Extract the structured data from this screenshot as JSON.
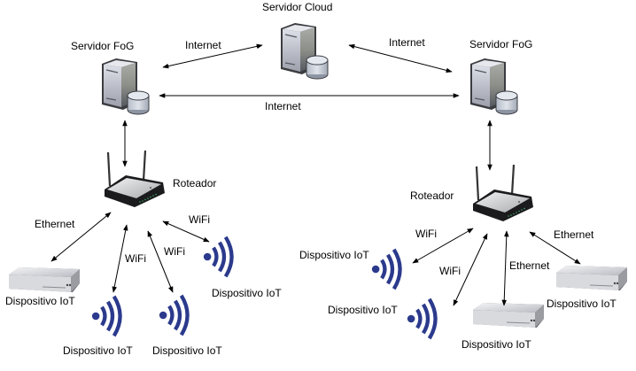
{
  "diagram": {
    "nodes": {
      "cloud_server": {
        "label": "Servidor Cloud",
        "icon": "server-database-icon"
      },
      "fog_left": {
        "label": "Servidor FoG",
        "icon": "server-database-icon"
      },
      "fog_right": {
        "label": "Servidor FoG",
        "icon": "server-database-icon"
      },
      "router_left": {
        "label": "Roteador",
        "icon": "wireless-router-icon"
      },
      "router_right": {
        "label": "Roteador",
        "icon": "wireless-router-icon"
      },
      "iot_l1": {
        "label": "Dispositivo IoT",
        "icon": "iot-box-device-icon"
      },
      "iot_l2": {
        "label": "Dispositivo IoT",
        "icon": "wifi-signal-icon"
      },
      "iot_l3": {
        "label": "Dispositivo IoT",
        "icon": "wifi-signal-icon"
      },
      "iot_l4": {
        "label": "Dispositivo IoT",
        "icon": "wifi-signal-icon"
      },
      "iot_r1": {
        "label": "Dispositivo IoT",
        "icon": "wifi-signal-icon"
      },
      "iot_r2": {
        "label": "Dispositivo IoT",
        "icon": "wifi-signal-icon"
      },
      "iot_r3": {
        "label": "Dispositivo IoT",
        "icon": "iot-box-device-icon"
      },
      "iot_r4": {
        "label": "Dispositivo IoT",
        "icon": "iot-box-device-icon"
      }
    },
    "edges": {
      "cloud_fog_left": {
        "label": "Internet"
      },
      "cloud_fog_right": {
        "label": "Internet"
      },
      "fog_fog": {
        "label": "Internet"
      },
      "router_l_iot_l1": {
        "label": "Ethernet"
      },
      "router_l_iot_l2": {
        "label": "WiFi"
      },
      "router_l_iot_l3": {
        "label": "WiFi"
      },
      "router_l_iot_l4": {
        "label": "WiFi"
      },
      "router_r_iot_r1": {
        "label": "WiFi"
      },
      "router_r_iot_r2": {
        "label": "WiFi"
      },
      "router_r_iot_r3": {
        "label": "Ethernet"
      },
      "router_r_iot_r4": {
        "label": "Ethernet"
      }
    },
    "colors": {
      "wifi": "#2b3a8c",
      "arrow": "#000000",
      "server_light": "#c9ccd6",
      "server_dark": "#6d7079"
    }
  }
}
